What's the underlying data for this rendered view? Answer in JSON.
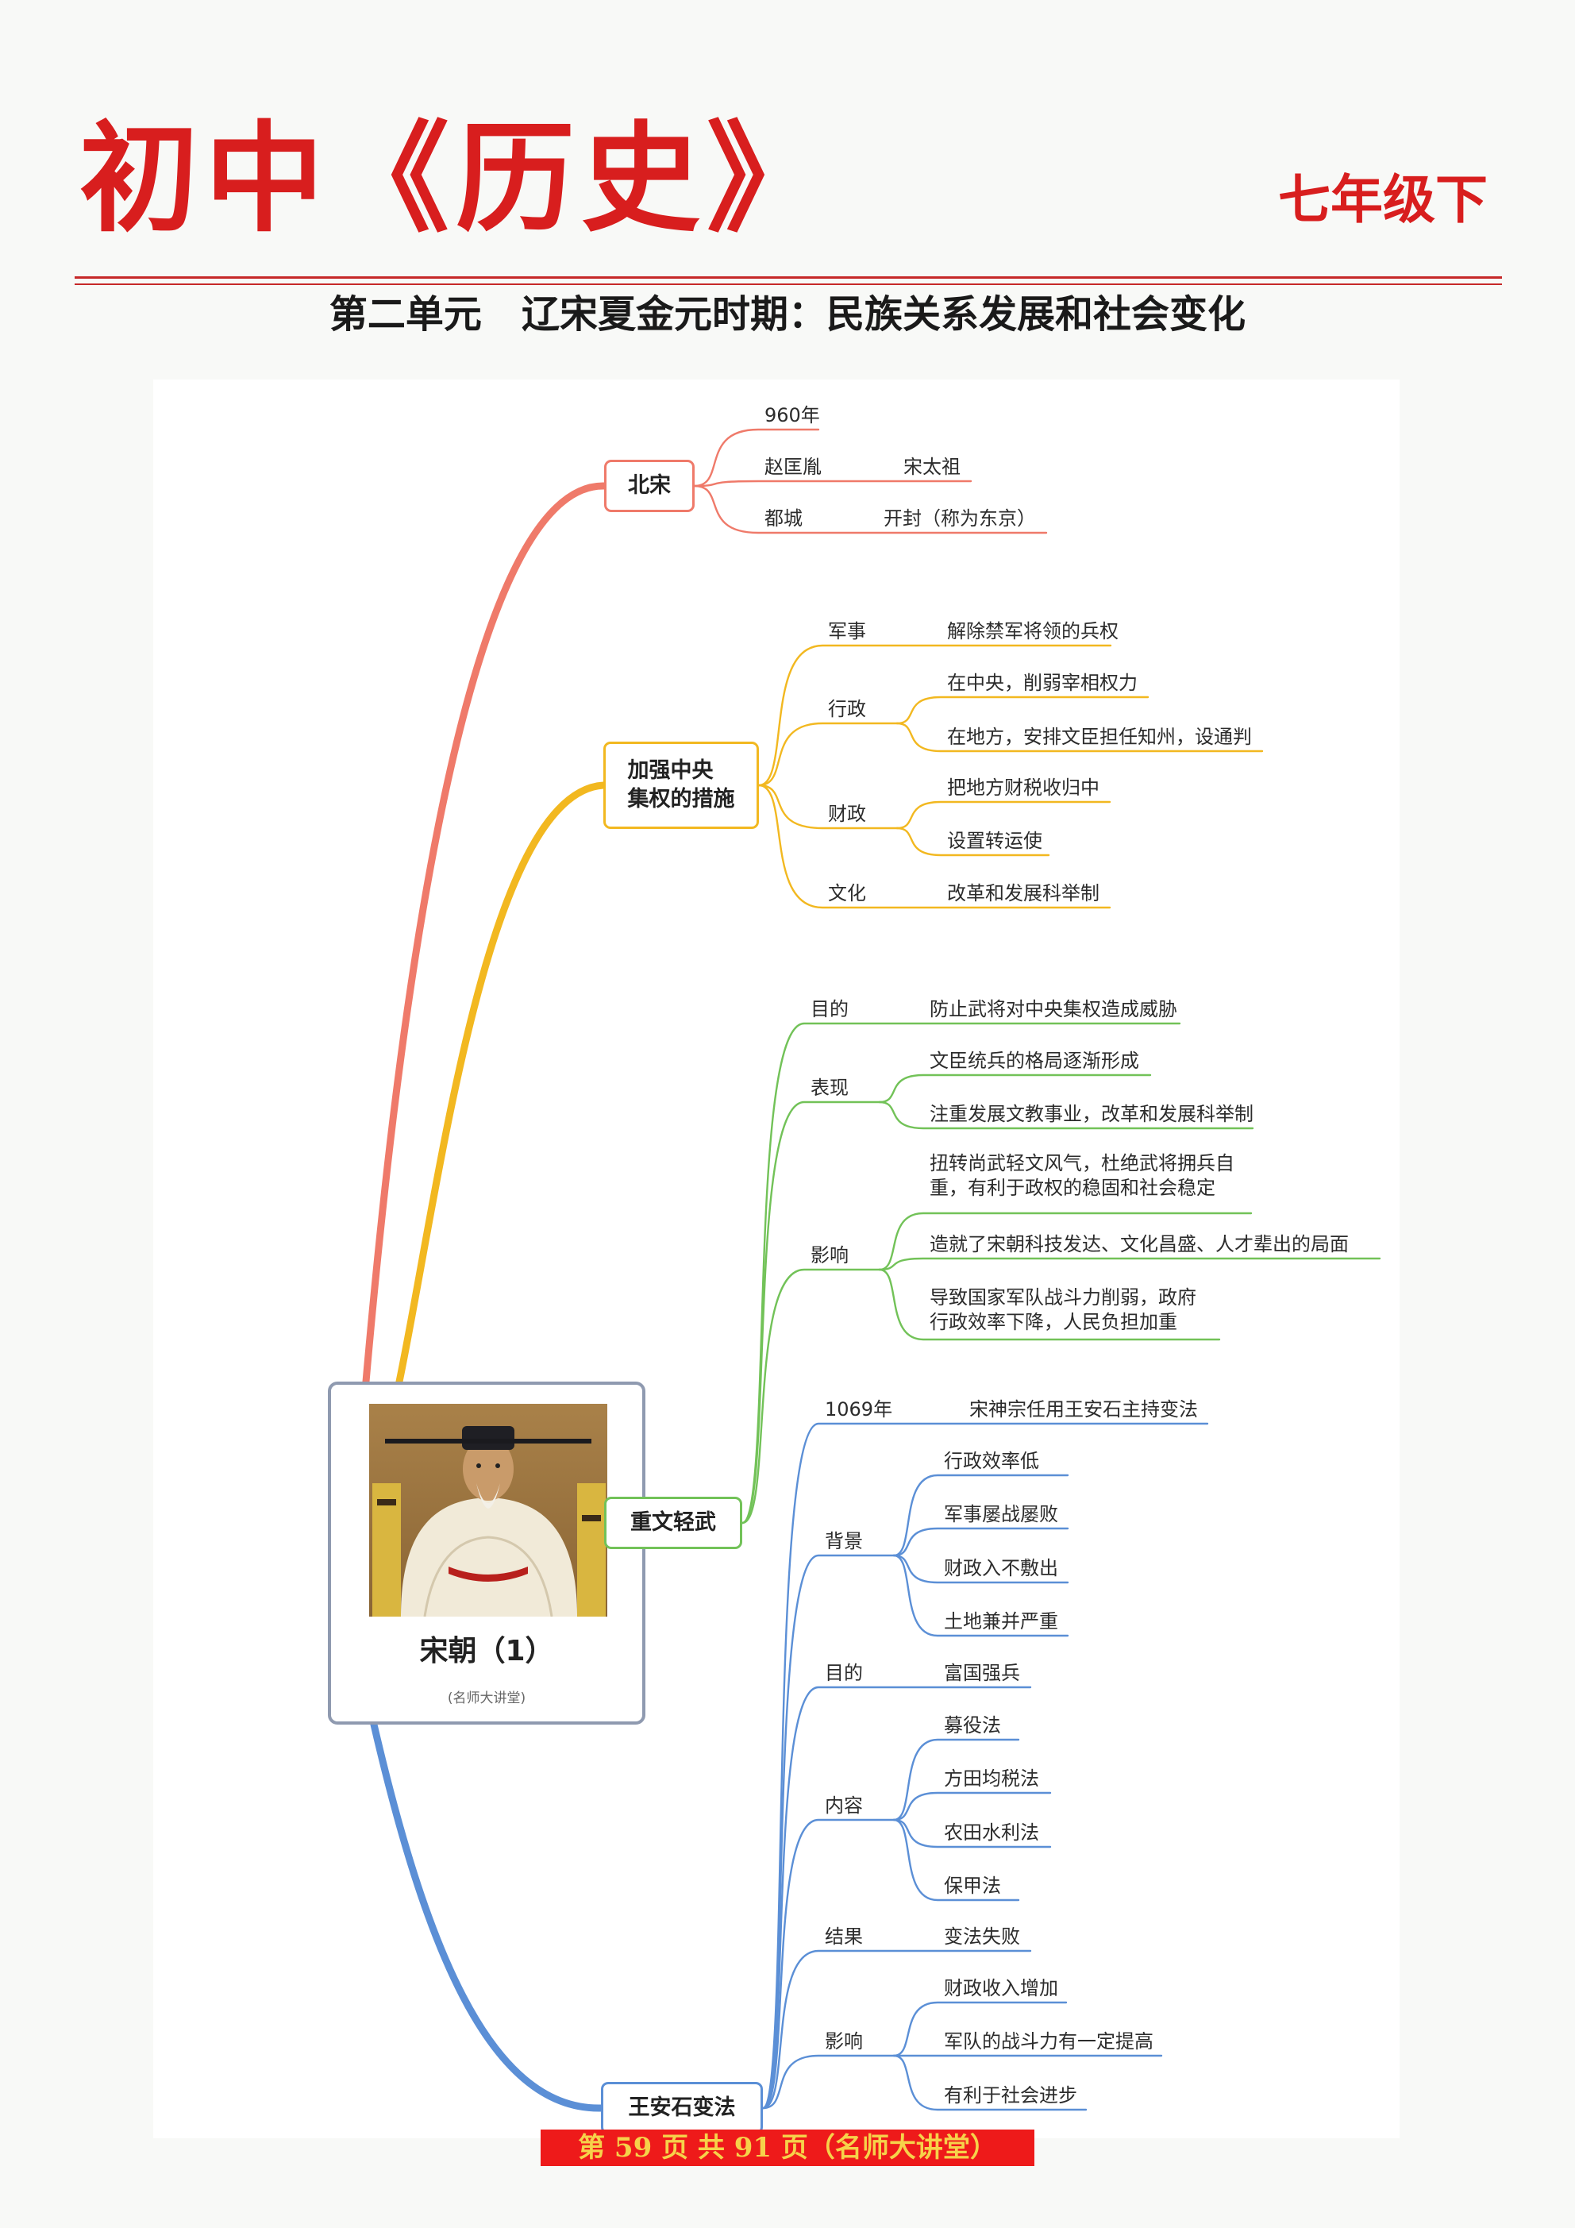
{
  "header": {
    "title": "初中《历史》",
    "grade": "七年级下",
    "unit_title": "第二单元   辽宋夏金元时期：民族关系发展和社会变化"
  },
  "center": {
    "title": "宋朝（1）",
    "subtitle": "(名师大讲堂)"
  },
  "branches": {
    "beisong": {
      "label": "北宋",
      "color": "#ef7a6a",
      "items": [
        {
          "key": "960年",
          "value": ""
        },
        {
          "key": "赵匡胤",
          "value": "宋太祖"
        },
        {
          "key": "都城",
          "value": "开封（称为东京）"
        }
      ]
    },
    "jiaqiang": {
      "label": "加强中央\n集权的措施",
      "color": "#f2b820",
      "groups": [
        {
          "key": "军事",
          "values": [
            "解除禁军将领的兵权"
          ]
        },
        {
          "key": "行政",
          "values": [
            "在中央，削弱宰相权力",
            "在地方，安排文臣担任知州，设通判"
          ]
        },
        {
          "key": "财政",
          "values": [
            "把地方财税收归中",
            "设置转运使"
          ]
        },
        {
          "key": "文化",
          "values": [
            "改革和发展科举制"
          ]
        }
      ]
    },
    "zhongwen": {
      "label": "重文轻武",
      "color": "#72c258",
      "groups": [
        {
          "key": "目的",
          "values": [
            "防止武将对中央集权造成威胁"
          ]
        },
        {
          "key": "表现",
          "values": [
            "文臣统兵的格局逐渐形成",
            "注重发展文教事业，改革和发展科举制"
          ]
        },
        {
          "key": "影响",
          "values": [
            "扭转尚武轻文风气，杜绝武将拥兵自\n重，有利于政权的稳固和社会稳定",
            "造就了宋朝科技发达、文化昌盛、人才辈出的局面",
            "导致国家军队战斗力削弱，政府\n行政效率下降，人民负担加重"
          ]
        }
      ]
    },
    "wanganshi": {
      "label": "王安石变法",
      "color": "#5b8fd6",
      "groups": [
        {
          "key": "1069年",
          "values": [
            "宋神宗任用王安石主持变法"
          ]
        },
        {
          "key": "背景",
          "values": [
            "行政效率低",
            "军事屡战屡败",
            "财政入不敷出",
            "土地兼并严重"
          ]
        },
        {
          "key": "目的",
          "values": [
            "富国强兵"
          ]
        },
        {
          "key": "内容",
          "values": [
            "募役法",
            "方田均税法",
            "农田水利法",
            "保甲法"
          ]
        },
        {
          "key": "结果",
          "values": [
            "变法失败"
          ]
        },
        {
          "key": "影响",
          "values": [
            "财政收入增加",
            "军队的战斗力有一定提高",
            "有利于社会进步"
          ]
        }
      ]
    }
  },
  "footer": {
    "text": "第 59 页 共 91 页（名师大讲堂）"
  }
}
